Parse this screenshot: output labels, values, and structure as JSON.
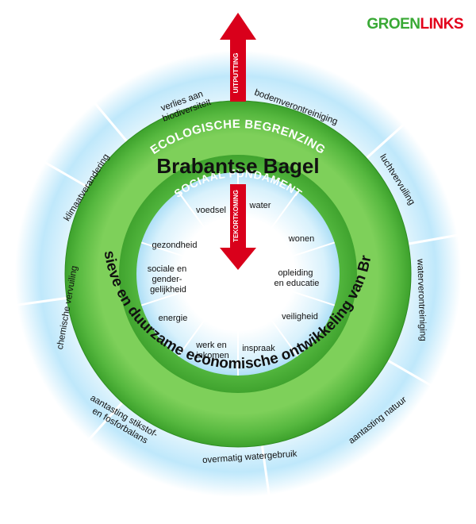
{
  "brand": {
    "part1": "GROEN",
    "part2": "LINKS",
    "color1": "#39a935",
    "color2": "#e2001a"
  },
  "colors": {
    "green_dark": "#3a9f2a",
    "green_mid": "#54b83e",
    "green_light": "#7ed05a",
    "blue_glow": "#bfe8fb",
    "red": "#d9001b",
    "white": "#ffffff"
  },
  "arrows": {
    "up": "UITPUTTING",
    "down": "TEKORTKOMING"
  },
  "ring_titles": {
    "outer": "ECOLOGISCHE BEGRENZING",
    "inner": "SOCIAAL FUNDAMENT"
  },
  "main_title": "Brabantse Bagel",
  "band_text": "Inclusieve en duurzame economische ontwikkeling van Brabant",
  "outer_items": [
    {
      "l1": "verlies aan",
      "l2": "biodiversiteit"
    },
    {
      "l1": "bodemverontreiniging",
      "l2": ""
    },
    {
      "l1": "luchtvervuiling",
      "l2": ""
    },
    {
      "l1": "waterverontreiniging",
      "l2": ""
    },
    {
      "l1": "aantasting natuur",
      "l2": ""
    },
    {
      "l1": "overmatig watergebruik",
      "l2": ""
    },
    {
      "l1": "aantasting stikstof-",
      "l2": "en fosforbalans"
    },
    {
      "l1": "chemische vervuiling",
      "l2": ""
    },
    {
      "l1": "klimaatverandering",
      "l2": ""
    }
  ],
  "inner_items": [
    {
      "l1": "water",
      "l2": ""
    },
    {
      "l1": "wonen",
      "l2": ""
    },
    {
      "l1": "opleiding",
      "l2": "en educatie"
    },
    {
      "l1": "veiligheid",
      "l2": ""
    },
    {
      "l1": "inspraak",
      "l2": ""
    },
    {
      "l1": "werk en",
      "l2": "inkomen"
    },
    {
      "l1": "energie",
      "l2": ""
    },
    {
      "l1": "sociale en",
      "l2": "gender-",
      "l3": "gelijkheid"
    },
    {
      "l1": "gezondheid",
      "l2": ""
    },
    {
      "l1": "voedsel",
      "l2": ""
    }
  ]
}
